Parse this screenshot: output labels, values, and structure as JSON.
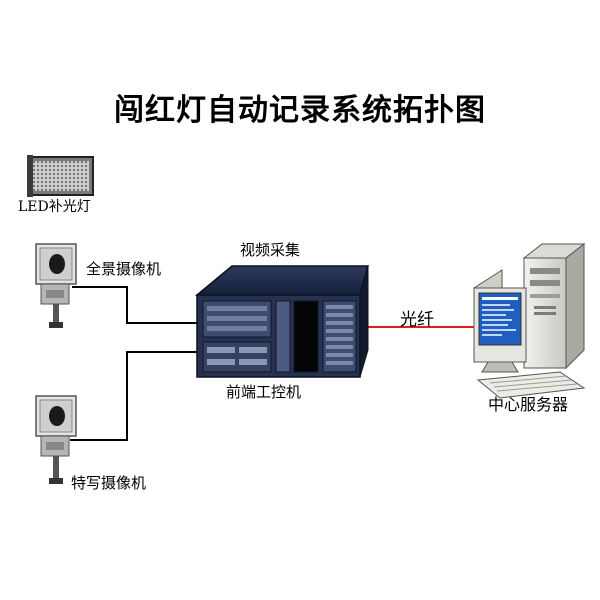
{
  "title": "闯红灯自动记录系统拓扑图",
  "nodes": {
    "led_light": "LED补光灯",
    "panorama_camera": "全景摄像机",
    "video_capture": "视频采集",
    "front_end_computer": "前端工控机",
    "fiber": "光纤",
    "central_server": "中心服务器",
    "closeup_camera": "特写摄像机"
  },
  "colors": {
    "fiber_line": "#e31c1c",
    "cable_line": "#000000",
    "chassis_dark": "#1f2a44",
    "server_screen": "#1f5fbf"
  }
}
